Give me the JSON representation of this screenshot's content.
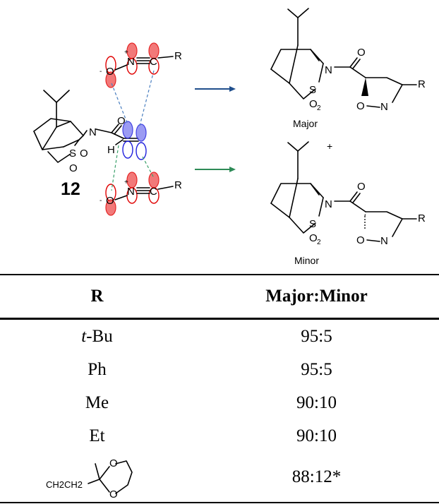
{
  "scheme": {
    "compound_number": "12",
    "major_label": "Major",
    "minor_label": "Minor",
    "plus_sign": "+",
    "atoms": {
      "N": "N",
      "O": "O",
      "S": "S",
      "H": "H",
      "R": "R",
      "C": "C",
      "O2_main": "O",
      "O2_sub": "2",
      "plus_charge": "+",
      "minus_charge": "-"
    },
    "arrow_colors": {
      "top": "#1f4e8c",
      "bottom": "#2e8b57"
    }
  },
  "table": {
    "headers": [
      "R",
      "Major:Minor"
    ],
    "rows": [
      {
        "R_prefix": "t",
        "R_rest": "-Bu",
        "ratio": "95:5"
      },
      {
        "R_prefix": "",
        "R_rest": "Ph",
        "ratio": "95:5"
      },
      {
        "R_prefix": "",
        "R_rest": "Me",
        "ratio": "90:10"
      },
      {
        "R_prefix": "",
        "R_rest": "Et",
        "ratio": "90:10"
      }
    ],
    "last_row": {
      "R_label": "CH2CH2",
      "O_label": "O",
      "ratio": "88:12*"
    }
  }
}
